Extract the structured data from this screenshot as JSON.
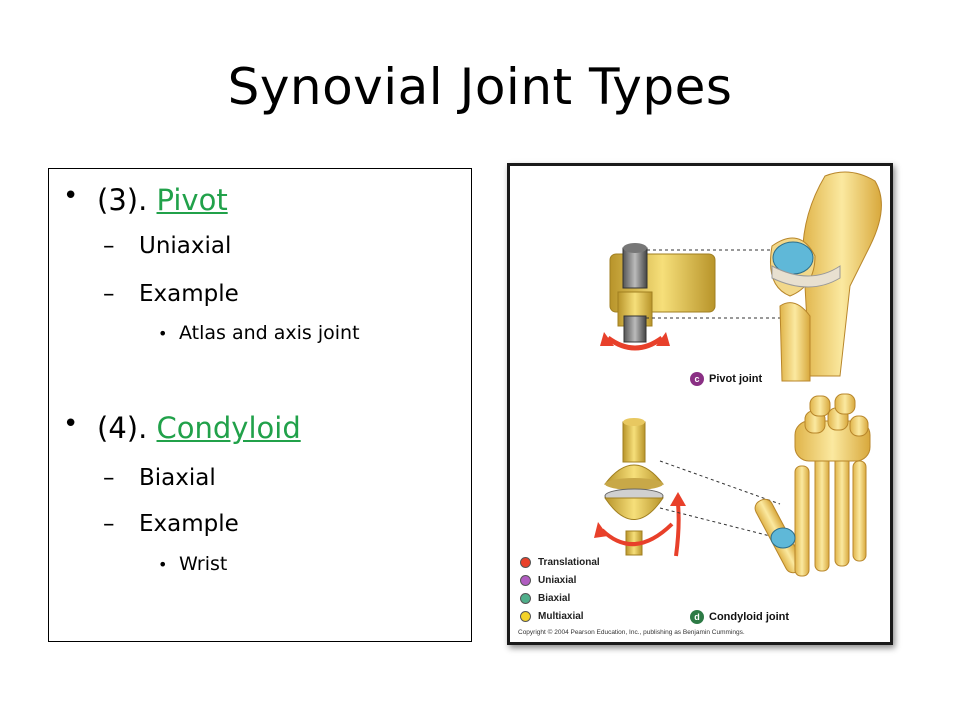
{
  "slide": {
    "title": "Synovial Joint Types"
  },
  "content": {
    "items": [
      {
        "number": "(3).",
        "link_text": "Pivot",
        "sub": [
          {
            "text": "Uniaxial"
          },
          {
            "text": "Example",
            "sub": [
              "Atlas and axis joint"
            ]
          }
        ]
      },
      {
        "number": "(4).",
        "link_text": "Condyloid",
        "sub": [
          {
            "text": "Biaxial"
          },
          {
            "text": "Example",
            "sub": [
              "Wrist"
            ]
          }
        ]
      }
    ],
    "colors": {
      "link": "#21a14a"
    }
  },
  "figure": {
    "pivot_caption": "Pivot joint",
    "pivot_letter": "c",
    "condyloid_caption": "Condyloid joint",
    "condyloid_letter": "d",
    "legend": [
      {
        "label": "Translational",
        "color": "#e8402a"
      },
      {
        "label": "Uniaxial",
        "color": "#b05cc0"
      },
      {
        "label": "Biaxial",
        "color": "#4fae8a"
      },
      {
        "label": "Multiaxial",
        "color": "#f2d22a"
      }
    ],
    "copyright": "Copyright © 2004 Pearson Education, Inc., publishing as Benjamin Cummings."
  }
}
